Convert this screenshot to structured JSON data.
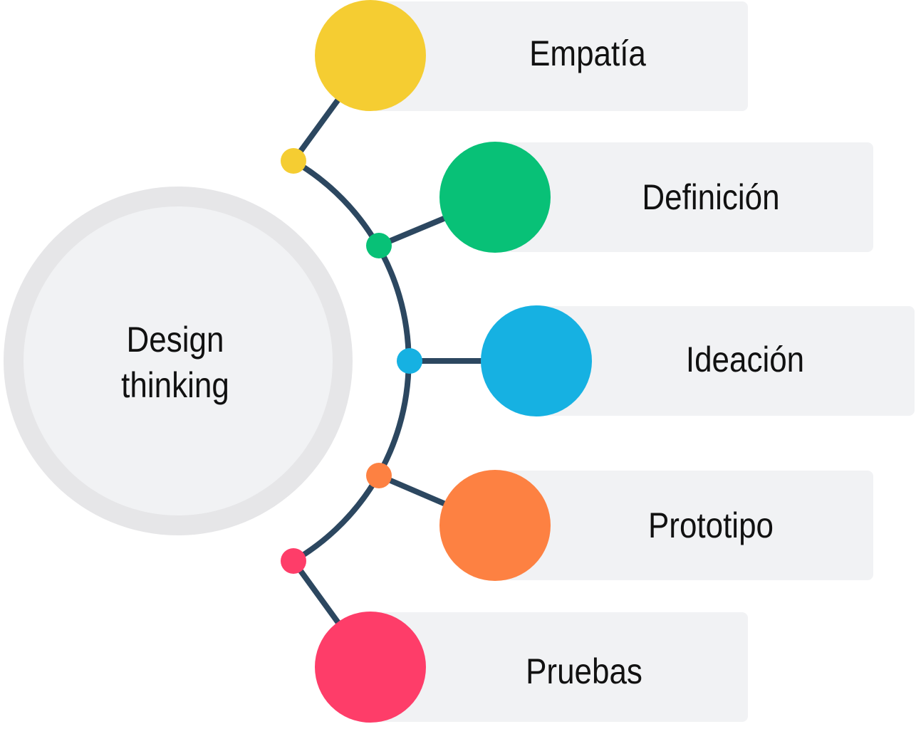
{
  "center": {
    "line1": "Design",
    "line2": "thinking"
  },
  "stages": [
    {
      "label": "Empatía",
      "color": "#f5cd32"
    },
    {
      "label": "Definición",
      "color": "#08c177"
    },
    {
      "label": "Ideación",
      "color": "#16b1e2"
    },
    {
      "label": "Prototipo",
      "color": "#fd8142"
    },
    {
      "label": "Pruebas",
      "color": "#fe3d69"
    }
  ],
  "colors": {
    "arc": "#2c4760",
    "panel": "#f1f2f4",
    "ring": "#e6e6e8"
  }
}
